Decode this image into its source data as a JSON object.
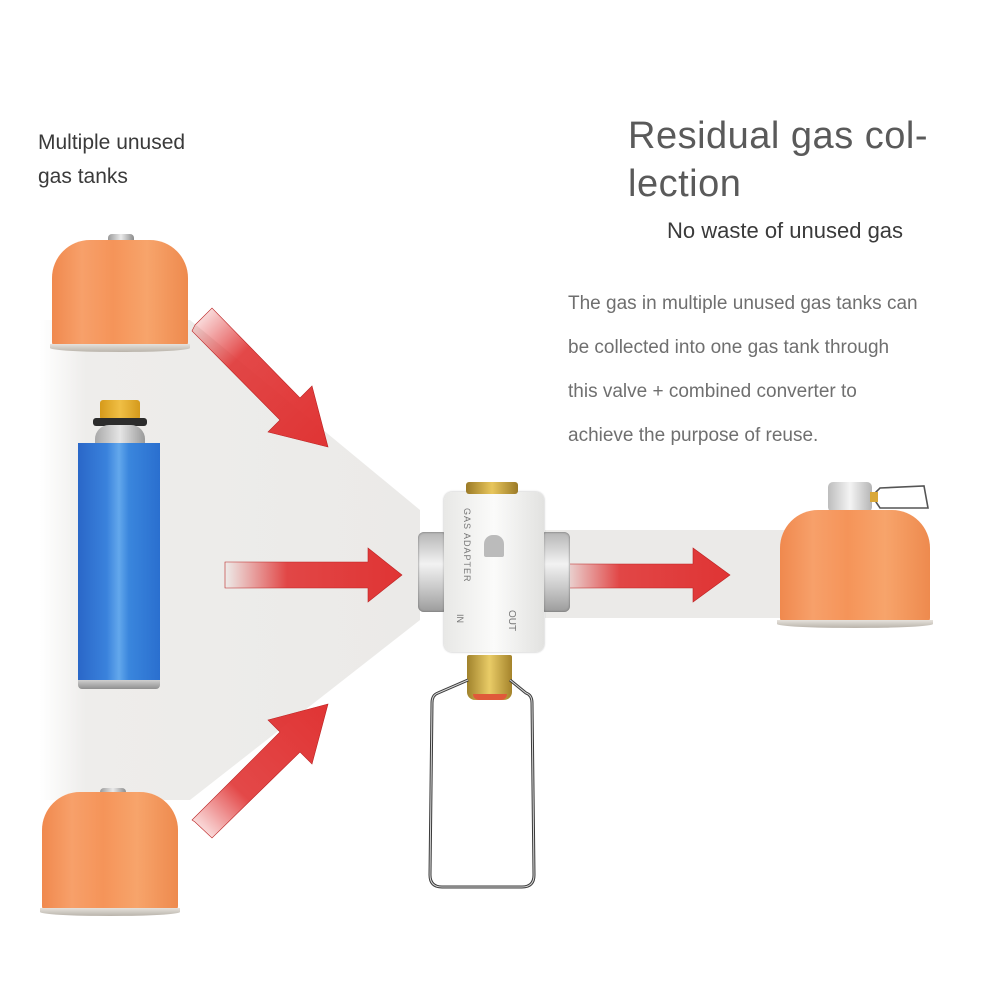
{
  "left_label": {
    "line1": "Multiple unused",
    "line2": "gas tanks"
  },
  "heading": {
    "line1": "Residual gas col-",
    "line2": "lection"
  },
  "subheading": "No waste of unused gas",
  "description": {
    "lines": [
      "The gas in multiple unused gas tanks can",
      "be collected into one gas tank through",
      "this valve + combined converter to",
      "achieve the purpose of reuse."
    ]
  },
  "adapter": {
    "name_text": "GAS ADAPTER",
    "out_text": "OUT",
    "in_text": "IN"
  },
  "colors": {
    "arrow": "#e03434",
    "canister_orange": "#f5955a",
    "canister_blue": "#3a82dc",
    "brass": "#d9b54e",
    "funnel_gray": "#ecebe9",
    "heading_text": "#5a5a5a",
    "body_text": "#6f6f6f"
  },
  "icons": {
    "flow_arrows": [
      "arrow-down-right",
      "arrow-right",
      "arrow-up-right",
      "arrow-right-output"
    ]
  }
}
